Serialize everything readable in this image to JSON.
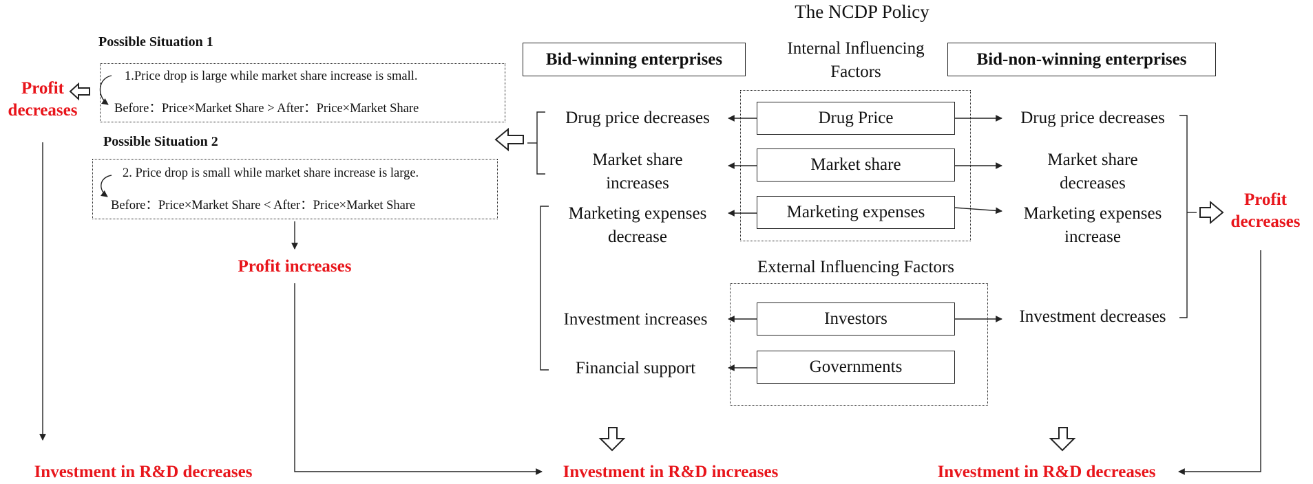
{
  "title": "The NCDP Policy",
  "internal_factors_label_1": "Internal Influencing",
  "internal_factors_label_2": "Factors",
  "external_factors_label": "External Influencing Factors",
  "bid_winning": "Bid-winning enterprises",
  "bid_non_winning": "Bid-non-winning enterprises",
  "factors": {
    "drug_price": "Drug Price",
    "market_share": "Market share",
    "marketing_expenses": "Marketing expenses",
    "investors": "Investors",
    "governments": "Governments"
  },
  "left_effects": {
    "drug_price": "Drug price decreases",
    "market_share_1": "Market share",
    "market_share_2": "increases",
    "marketing_1": "Marketing expenses",
    "marketing_2": "decrease",
    "investment": "Investment increases",
    "financial": "Financial support"
  },
  "right_effects": {
    "drug_price": "Drug price decreases",
    "market_share_1": "Market share",
    "market_share_2": "decreases",
    "marketing_1": "Marketing expenses",
    "marketing_2": "increase",
    "investment": "Investment decreases"
  },
  "situation1": {
    "heading": "Possible Situation 1",
    "line1": "1.Price drop is large while market share increase is small.",
    "line2": "Before：Price×Market Share > After：Price×Market Share"
  },
  "situation2": {
    "heading": "Possible Situation 2",
    "line1": "2. Price drop is small while market share increase is large.",
    "line2": "Before：Price×Market Share < After：Price×Market Share"
  },
  "outcomes": {
    "profit_decreases_left_1": "Profit",
    "profit_decreases_left_2": "decreases",
    "profit_increases": "Profit increases",
    "profit_decreases_right_1": "Profit",
    "profit_decreases_right_2": "decreases",
    "rd_left": "Investment in R&D decreases",
    "rd_middle": "Investment in R&D increases",
    "rd_right": "Investment in R&D decreases"
  },
  "colors": {
    "accent_red": "#e8151b",
    "line": "#222222"
  }
}
